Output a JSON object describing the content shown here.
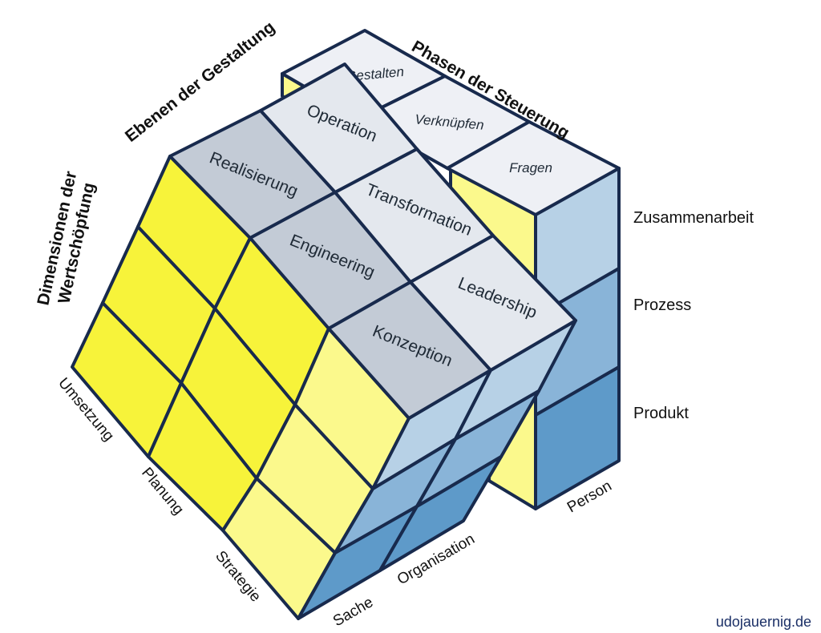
{
  "titles": {
    "ebenen": "Ebenen der Gestaltung",
    "phasen": "Phasen der Steuerung",
    "dimensionen_line1": "Dimensionen der",
    "dimensionen_line2": "Wertschöpfung"
  },
  "top_front": {
    "row_back": [
      "Realisierung",
      "Operation"
    ],
    "row_mid": [
      "Engineering",
      "Transformation"
    ],
    "row_front": [
      "Konzeption",
      "Leadership"
    ]
  },
  "top_back": {
    "tiles": [
      "Gestalten",
      "Verknüpfen",
      "Fragen"
    ]
  },
  "left_axis": [
    "Umsetzung",
    "Planung",
    "Strategie"
  ],
  "bottom_axis": [
    "Sache",
    "Organisation",
    "Person"
  ],
  "right_axis": [
    "Zusammenarbeit",
    "Prozess",
    "Produkt"
  ],
  "credit": "udojauernig.de",
  "colors": {
    "yellow": "#f7f33a",
    "yellow_light": "#fbf98c",
    "grey_top": "#c3cbd6",
    "white_top": "#e4e8ee",
    "back_top": "#eef0f5",
    "blue_1": "#b7d1e6",
    "blue_2": "#89b4d8",
    "blue_3": "#5e9ac9",
    "edge": "#182a4d"
  }
}
